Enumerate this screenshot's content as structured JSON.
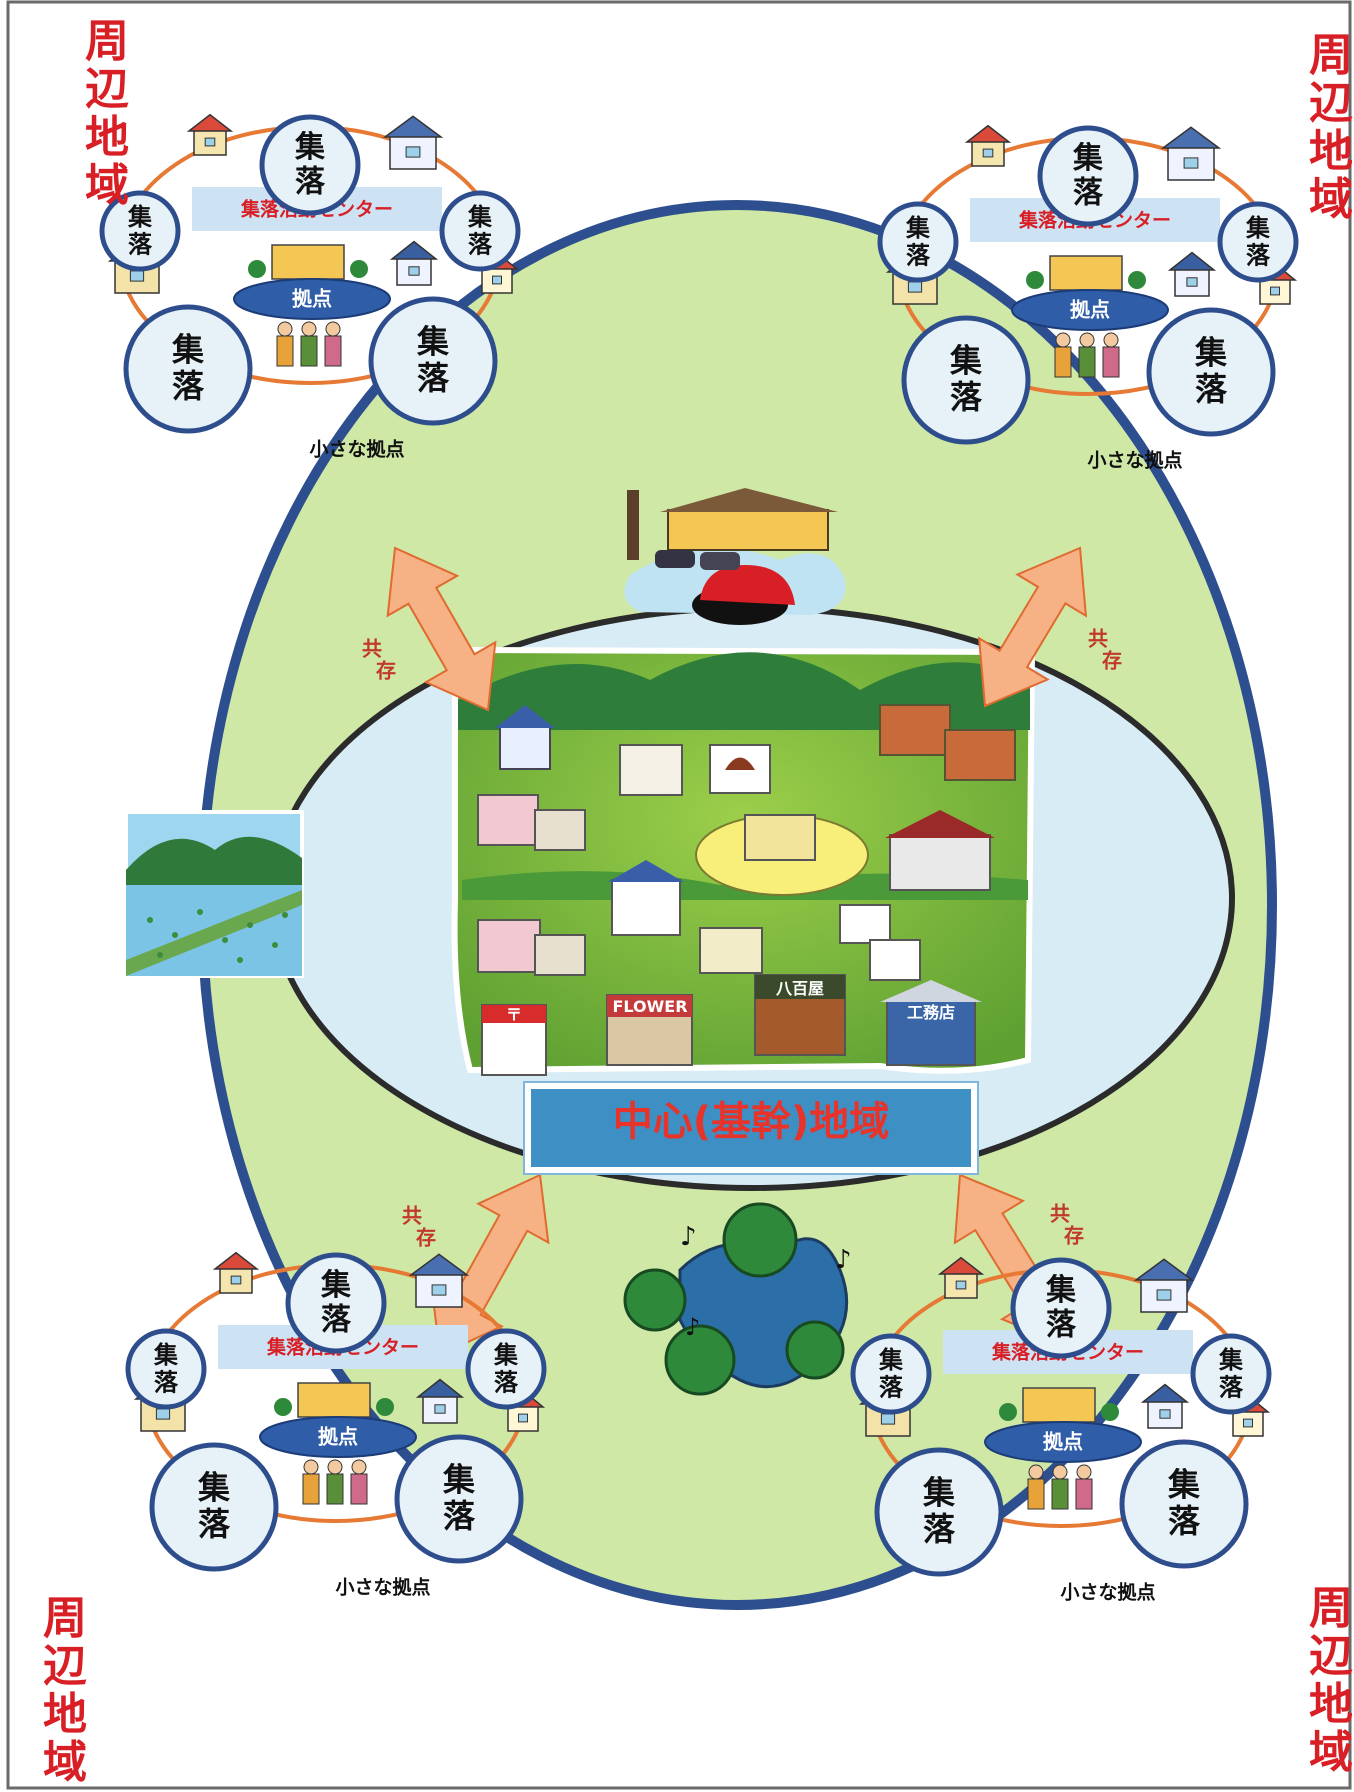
{
  "region_label": "周辺地域",
  "center_label": "中心(基幹)地域",
  "coexist_label": "共存",
  "cluster": {
    "center_name": "集落活動センター",
    "base_label": "拠点",
    "village_label": "集落",
    "small_base_label": "小さな拠点"
  },
  "colors": {
    "outer_ellipse_fill": "#cfe8a6",
    "outer_ellipse_stroke": "#2e4f8f",
    "inner_ellipse_fill": "#d7ecf5",
    "inner_ellipse_stroke": "#2b2b2b",
    "village_circle_fill": "#e6f1f8",
    "village_circle_stroke": "#2d4d8c",
    "ring_stroke": "#e67a35",
    "center_band_fill": "#cde3f3",
    "center_text": "#d81f26",
    "base_pill_fill": "#2f5da8",
    "arrow_fill": "#f6b184",
    "arrow_stroke": "#e06a30",
    "region_text": "#d81f26"
  },
  "map_labels": {
    "flower": "FLOWER",
    "greengrocer": "八百屋",
    "factory": "工務店",
    "post": "〒"
  }
}
